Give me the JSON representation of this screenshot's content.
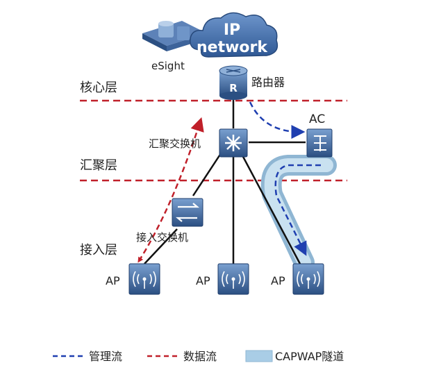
{
  "cloud": {
    "line1": "IP",
    "line2": "network"
  },
  "esight": {
    "label": "eSight"
  },
  "router": {
    "label": "路由器",
    "glyph": "R"
  },
  "layers": {
    "core": "核心层",
    "aggregation": "汇聚层",
    "access": "接入层"
  },
  "agg_switch": {
    "label": "汇聚交换机"
  },
  "access_switch": {
    "label": "接入交换机"
  },
  "ac": {
    "label": "AC"
  },
  "aps": [
    {
      "label": "AP"
    },
    {
      "label": "AP"
    },
    {
      "label": "AP"
    }
  ],
  "legend": {
    "mgmt": "管理流",
    "data": "数据流",
    "tunnel": "CAPWAP隧道"
  },
  "colors": {
    "device_dark": "#2c4f82",
    "device_light": "#6f95c8",
    "cloud": "#3f6aa8",
    "mgmt_flow": "#1f3fb0",
    "data_flow": "#c0202a",
    "tunnel": "#a9cde6",
    "layer_line": "#c0202a"
  }
}
